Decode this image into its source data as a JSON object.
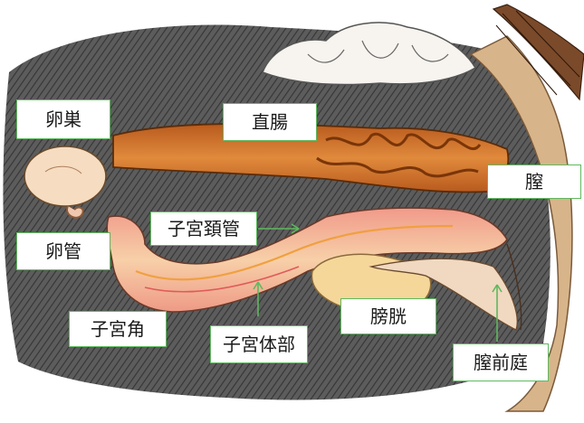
{
  "labels": {
    "ovary": "卵巣",
    "rectum": "直腸",
    "vagina": "膣",
    "cervical_canal": "子宮頚管",
    "oviduct": "卵管",
    "uterine_horn": "子宮角",
    "uterine_body": "子宮体部",
    "bladder": "膀胱",
    "vestibule": "膣前庭"
  },
  "colors": {
    "label_border": "#5fb85f",
    "pointer_line": "#5fb85f",
    "background_shading": "#3a3a3a",
    "rectum": "#d9712a",
    "uterus": "#f3b4a0",
    "bladder": "#f6d79a",
    "tissue": "#f2dcb8"
  }
}
